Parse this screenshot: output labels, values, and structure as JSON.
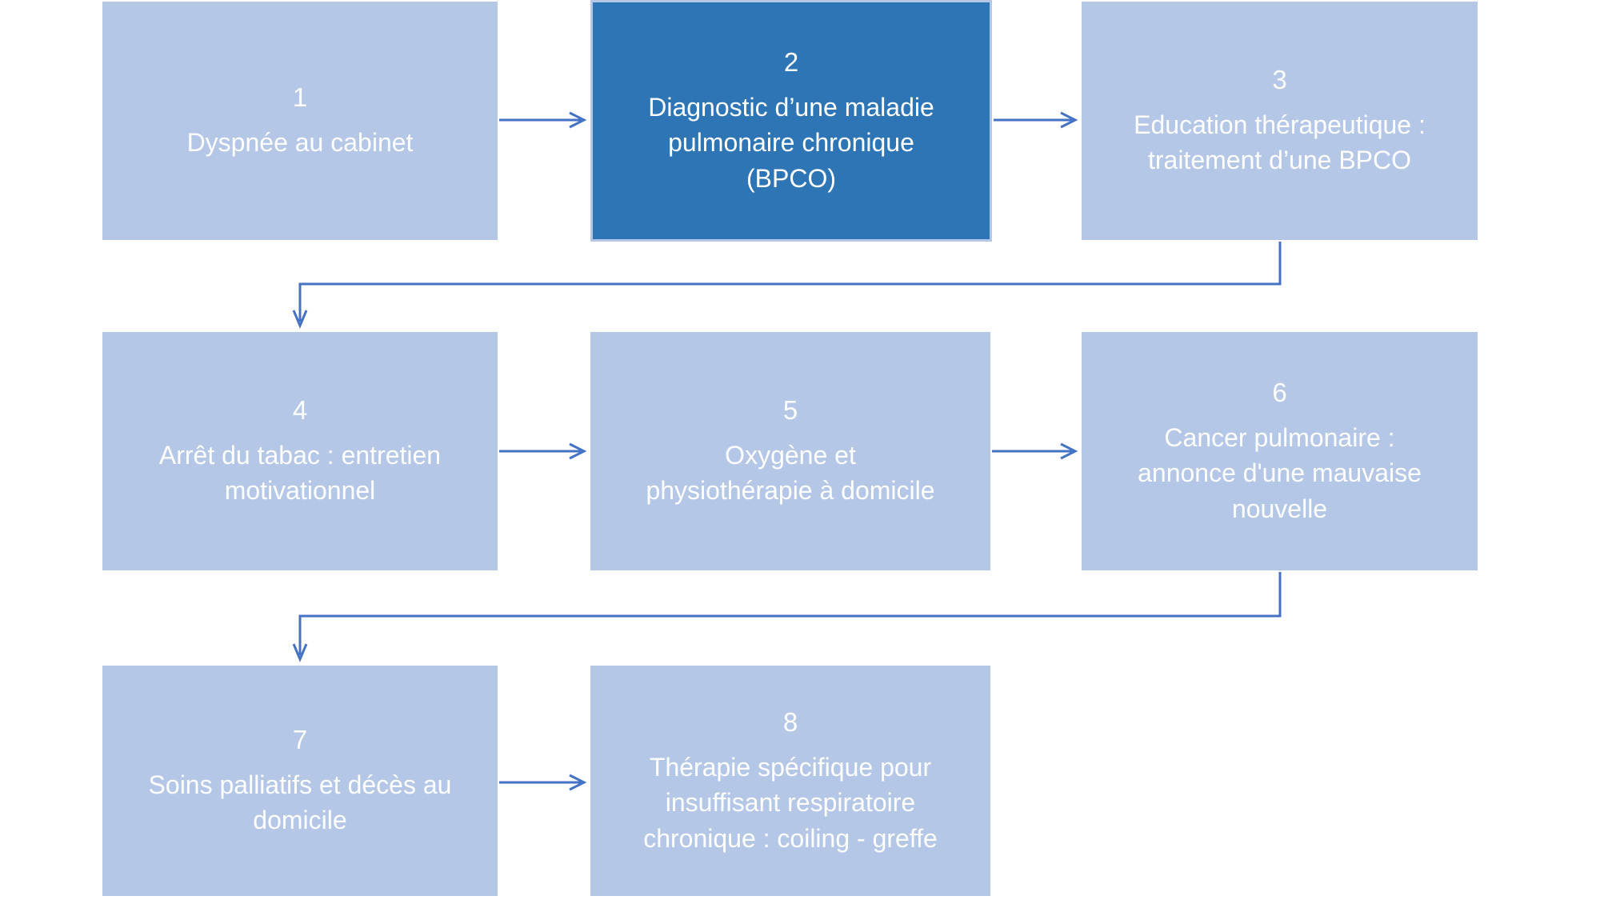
{
  "diagram": {
    "type": "flowchart",
    "colors": {
      "box_light": "#B4C7E7",
      "box_dark": "#2E75B6",
      "box_dark_border": "#B4C7E7",
      "connector": "#4472C4",
      "text": "#FFFFFF",
      "background": "#FFFFFF"
    },
    "boxes": [
      {
        "number": "1",
        "label": "Dyspnée au cabinet",
        "variant": "light"
      },
      {
        "number": "2",
        "label": "Diagnostic d’une maladie\npulmonaire chronique\n(BPCO)",
        "variant": "dark"
      },
      {
        "number": "3",
        "label": "Education thérapeutique :\ntraitement d’une BPCO",
        "variant": "light"
      },
      {
        "number": "4",
        "label": "Arrêt du tabac : entretien\nmotivationnel",
        "variant": "light"
      },
      {
        "number": "5",
        "label": "Oxygène et\nphysiothérapie à domicile",
        "variant": "light"
      },
      {
        "number": "6",
        "label": "Cancer pulmonaire :\nannonce d'une mauvaise\nnouvelle",
        "variant": "light"
      },
      {
        "number": "7",
        "label": "Soins palliatifs et décès au\ndomicile",
        "variant": "light"
      },
      {
        "number": "8",
        "label": "Thérapie spécifique pour\ninsuffisant respiratoire\nchronique : coiling - greffe",
        "variant": "light"
      }
    ],
    "connections": [
      {
        "from": "1",
        "to": "2",
        "style": "straight-arrow-right"
      },
      {
        "from": "2",
        "to": "3",
        "style": "straight-arrow-right"
      },
      {
        "from": "3",
        "to": "4",
        "style": "elbow-down-left-down"
      },
      {
        "from": "4",
        "to": "5",
        "style": "straight-arrow-right"
      },
      {
        "from": "5",
        "to": "6",
        "style": "straight-arrow-right"
      },
      {
        "from": "6",
        "to": "7",
        "style": "elbow-down-left-down"
      },
      {
        "from": "7",
        "to": "8",
        "style": "straight-arrow-right"
      }
    ]
  }
}
